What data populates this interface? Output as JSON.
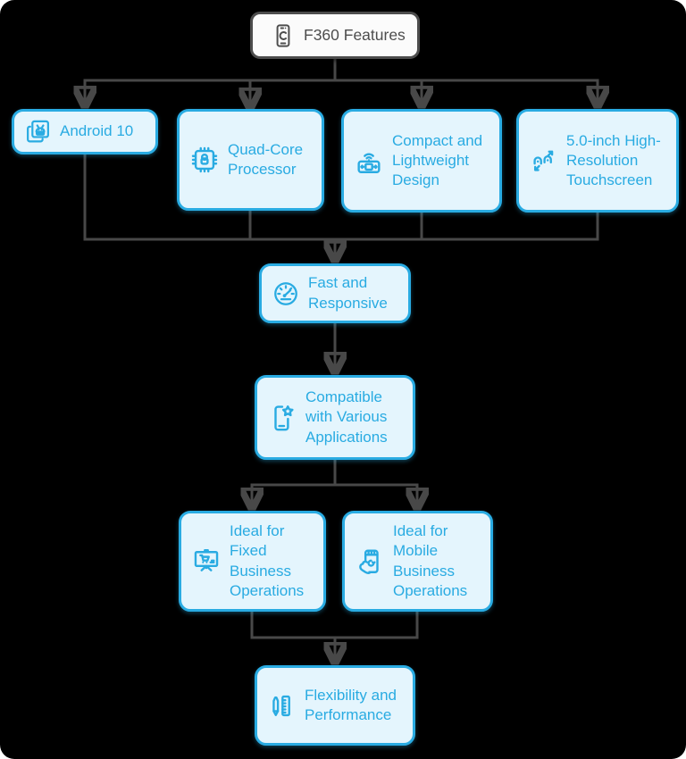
{
  "diagram": {
    "title": "F360 Features",
    "type": "flowchart",
    "colors": {
      "background": "#000000",
      "node_fill": "#e4f5fd",
      "node_border": "#29abe2",
      "node_text": "#29abe2",
      "root_fill": "#fbfbfb",
      "root_border": "#4d4d4d",
      "root_text": "#4d4d4d",
      "connector": "#484848"
    }
  },
  "root": {
    "label": "F360 Features",
    "icon": "phone-refresh-icon"
  },
  "nodes": [
    {
      "id": "android",
      "label": "Android 10",
      "icon": "android-layers-icon"
    },
    {
      "id": "quadcore",
      "label": "Quad-Core Processor",
      "icon": "cpu-chip-icon"
    },
    {
      "id": "compact",
      "label": "Compact and Lightweight Design",
      "icon": "device-wireless-icon"
    },
    {
      "id": "touchscreen",
      "label": "5.0-inch High-Resolution Touchscreen",
      "icon": "touch-flex-icon"
    },
    {
      "id": "fast",
      "label": "Fast and Responsive",
      "icon": "speedometer-icon"
    },
    {
      "id": "compatible",
      "label": "Compatible with Various Applications",
      "icon": "phone-star-icon"
    },
    {
      "id": "fixed",
      "label": "Ideal for Fixed Business Operations",
      "icon": "kiosk-cart-icon"
    },
    {
      "id": "mobile",
      "label": "Ideal for Mobile Business Operations",
      "icon": "hand-phone-store-icon"
    },
    {
      "id": "flexibility",
      "label": "Flexibility and Performance",
      "icon": "pencil-ruler-icon"
    }
  ],
  "edges": [
    {
      "from": "F360 Features",
      "to": "Android 10"
    },
    {
      "from": "F360 Features",
      "to": "Quad-Core Processor"
    },
    {
      "from": "F360 Features",
      "to": "Compact and Lightweight Design"
    },
    {
      "from": "F360 Features",
      "to": "5.0-inch High-Resolution Touchscreen"
    },
    {
      "from": "Android 10",
      "to": "Fast and Responsive"
    },
    {
      "from": "Quad-Core Processor",
      "to": "Fast and Responsive"
    },
    {
      "from": "Compact and Lightweight Design",
      "to": "Fast and Responsive"
    },
    {
      "from": "5.0-inch High-Resolution Touchscreen",
      "to": "Fast and Responsive"
    },
    {
      "from": "Fast and Responsive",
      "to": "Compatible with Various Applications"
    },
    {
      "from": "Compatible with Various Applications",
      "to": "Ideal for Fixed Business Operations"
    },
    {
      "from": "Compatible with Various Applications",
      "to": "Ideal for Mobile Business Operations"
    },
    {
      "from": "Ideal for Fixed Business Operations",
      "to": "Flexibility and Performance"
    },
    {
      "from": "Ideal for Mobile Business Operations",
      "to": "Flexibility and Performance"
    }
  ]
}
